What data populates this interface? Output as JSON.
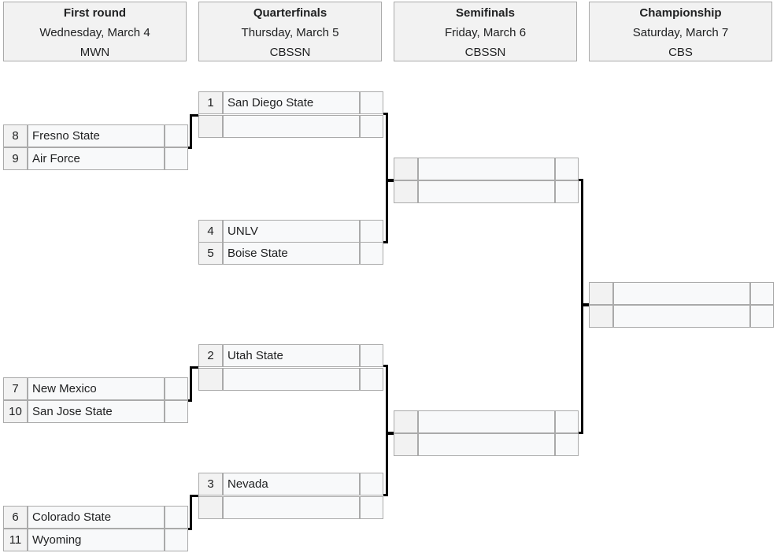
{
  "rounds": [
    {
      "name": "First round",
      "date": "Wednesday, March 4",
      "network": "MWN"
    },
    {
      "name": "Quarterfinals",
      "date": "Thursday, March 5",
      "network": "CBSSN"
    },
    {
      "name": "Semifinals",
      "date": "Friday, March 6",
      "network": "CBSSN"
    },
    {
      "name": "Championship",
      "date": "Saturday, March 7",
      "network": "CBS"
    }
  ],
  "first_round": [
    {
      "top": {
        "seed": "8",
        "team": "Fresno State",
        "score": ""
      },
      "bottom": {
        "seed": "9",
        "team": "Air Force",
        "score": ""
      }
    },
    {
      "top": {
        "seed": "7",
        "team": "New Mexico",
        "score": ""
      },
      "bottom": {
        "seed": "10",
        "team": "San Jose State",
        "score": ""
      }
    },
    {
      "top": {
        "seed": "6",
        "team": "Colorado State",
        "score": ""
      },
      "bottom": {
        "seed": "11",
        "team": "Wyoming",
        "score": ""
      }
    }
  ],
  "quarterfinals": [
    {
      "top": {
        "seed": "1",
        "team": "San Diego State",
        "score": ""
      },
      "bottom": {
        "seed": "",
        "team": "",
        "score": ""
      }
    },
    {
      "top": {
        "seed": "4",
        "team": "UNLV",
        "score": ""
      },
      "bottom": {
        "seed": "5",
        "team": "Boise State",
        "score": ""
      }
    },
    {
      "top": {
        "seed": "2",
        "team": "Utah State",
        "score": ""
      },
      "bottom": {
        "seed": "",
        "team": "",
        "score": ""
      }
    },
    {
      "top": {
        "seed": "3",
        "team": "Nevada",
        "score": ""
      },
      "bottom": {
        "seed": "",
        "team": "",
        "score": ""
      }
    }
  ],
  "semifinals": [
    {
      "top": {
        "seed": "",
        "team": "",
        "score": ""
      },
      "bottom": {
        "seed": "",
        "team": "",
        "score": ""
      }
    },
    {
      "top": {
        "seed": "",
        "team": "",
        "score": ""
      },
      "bottom": {
        "seed": "",
        "team": "",
        "score": ""
      }
    }
  ],
  "championship": [
    {
      "top": {
        "seed": "",
        "team": "",
        "score": ""
      },
      "bottom": {
        "seed": "",
        "team": "",
        "score": ""
      }
    }
  ]
}
